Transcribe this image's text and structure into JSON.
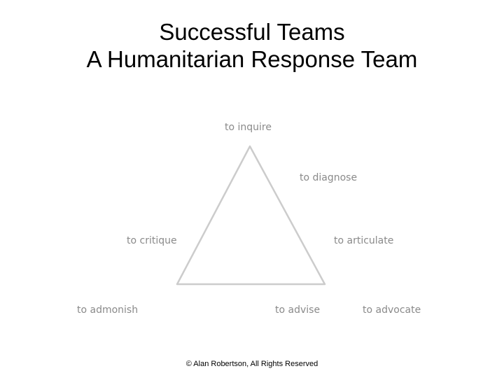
{
  "title": {
    "line1": "Successful Teams",
    "line2": "A Humanitarian Response Team"
  },
  "diagram": {
    "labels": {
      "inquire": "to inquire",
      "diagnose": "to diagnose",
      "critique": "to critique",
      "articulate": "to articulate",
      "admonish": "to admonish",
      "advise": "to advise",
      "advocate": "to advocate"
    },
    "colors": {
      "label": "#8a8a8a",
      "triangle_stroke": "#cccccc"
    }
  },
  "footer": {
    "copyright": "© Alan Robertson, All Rights Reserved"
  }
}
